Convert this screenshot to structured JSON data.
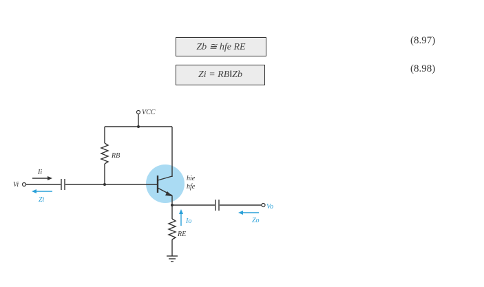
{
  "equations": [
    {
      "text": "Z_b ≅ h_fe R_E",
      "display": "Zb ≅ hfe RE",
      "number": "(8.97)"
    },
    {
      "text": "Z_i = R_B‖Z_b",
      "display": "Zi = RB‖Zb",
      "number": "(8.98)"
    }
  ],
  "circuit": {
    "labels": {
      "vcc": "VCC",
      "rb": "RB",
      "re": "RE",
      "hie": "hie",
      "hfe": "hfe",
      "vi": "Vi",
      "ii": "Ii",
      "zi": "Zi",
      "vo": "Vo",
      "io": "Io",
      "zo": "Zo"
    },
    "colors": {
      "wire": "#333333",
      "highlight": "#8ecfef",
      "annotation": "#2aa0d8"
    },
    "icons": [
      "resistor-icon",
      "capacitor-icon",
      "transistor-icon",
      "ground-icon",
      "arrow-icon"
    ]
  }
}
